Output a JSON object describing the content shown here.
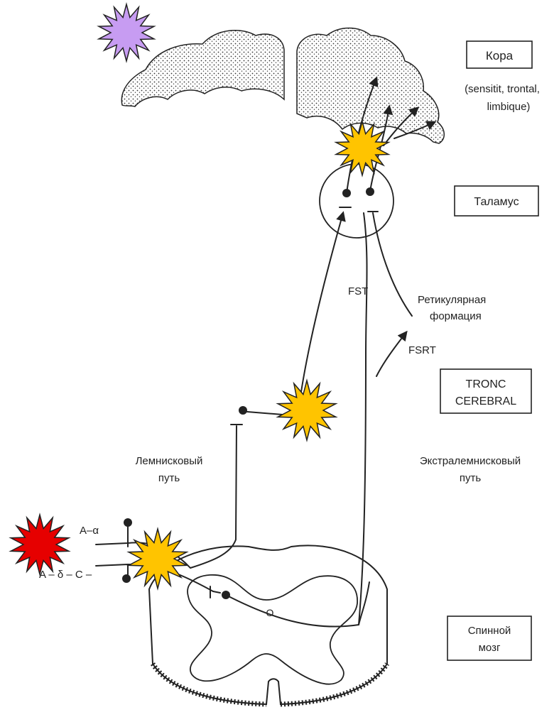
{
  "labels": {
    "cortex": "Кора",
    "cortex_sub_1": "(sensitit, trontal,",
    "cortex_sub_2": "limbique)",
    "thalamus": "Таламус",
    "fst": "FST",
    "reticular_1": "Ретикулярная",
    "reticular_2": "формация",
    "fsrt": "FSRT",
    "brainstem_1": "TRONC",
    "brainstem_2": "CEREBRAL",
    "lemniscal_1": "Лемнисковый",
    "lemniscal_2": "путь",
    "extralemniscal_1": "Экстралемнисковый",
    "extralemniscal_2": "путь",
    "fiber_a_alpha": "A–α",
    "fiber_a_delta_c": "A – δ – C –",
    "spinal_1": "Спинной",
    "spinal_2": "мозг",
    "gray_matter_marker": "O"
  },
  "colors": {
    "burst_purple": "#c79cf2",
    "burst_red": "#e60000",
    "burst_yellow": "#ffc400",
    "ink": "#222222"
  }
}
